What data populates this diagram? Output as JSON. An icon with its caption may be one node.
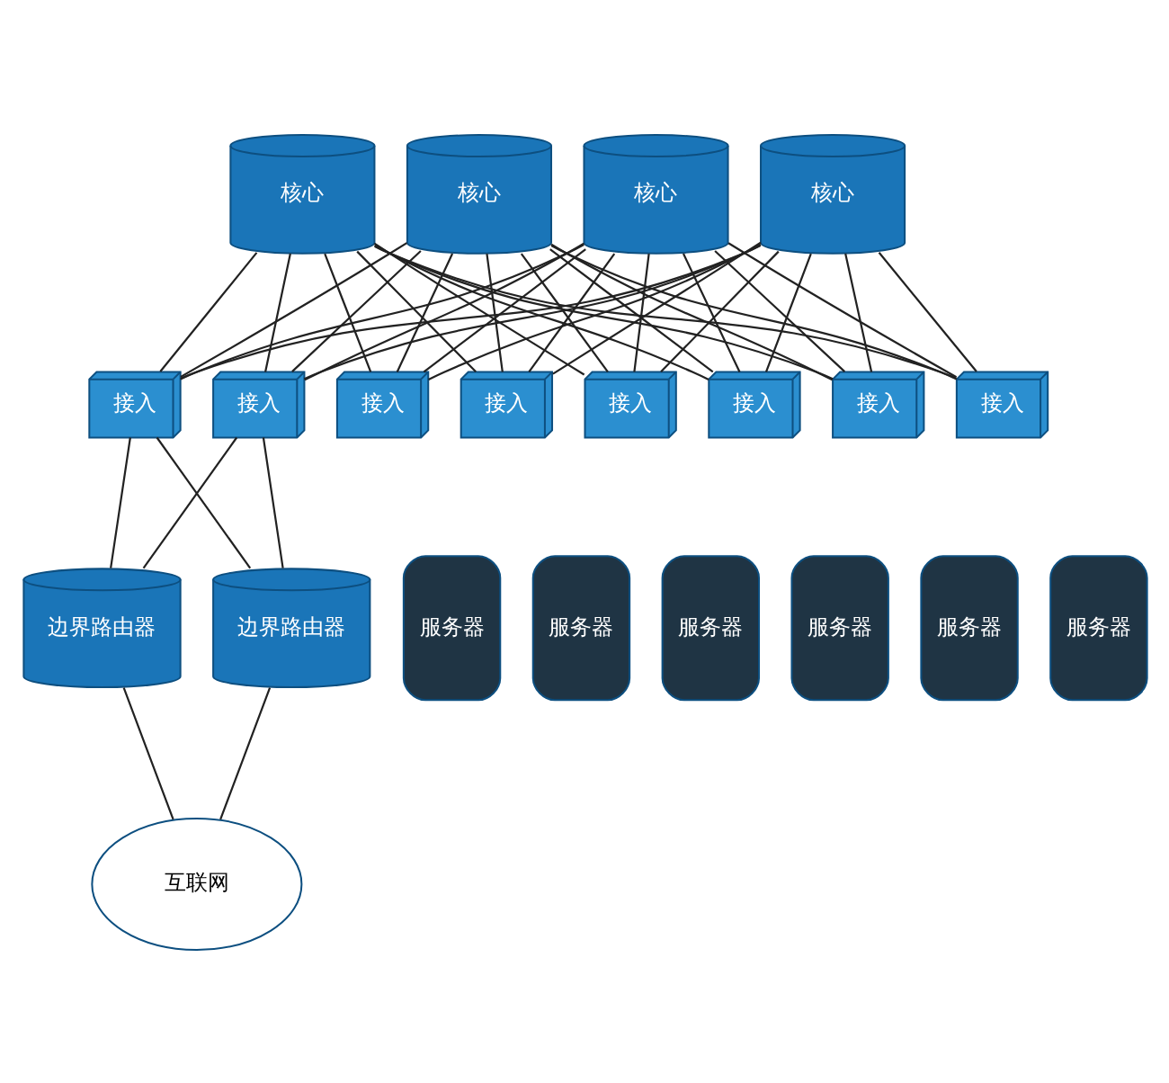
{
  "diagram": {
    "nodes": [
      {
        "text": [
          "核心"
        ]
      },
      {
        "text": [
          "核心"
        ]
      },
      {
        "text": [
          "核心"
        ]
      },
      {
        "text": [
          "核心"
        ]
      },
      {
        "text": [
          "接入"
        ]
      },
      {
        "text": [
          "接入"
        ]
      },
      {
        "text": [
          "接入"
        ]
      },
      {
        "text": [
          "接入"
        ]
      },
      {
        "text": [
          "接入"
        ]
      },
      {
        "text": [
          "接入"
        ]
      },
      {
        "text": [
          "接入"
        ]
      },
      {
        "text": [
          "接入"
        ]
      },
      {
        "text": [
          "边界路由器"
        ]
      },
      {
        "text": [
          "边界路由器"
        ]
      },
      {
        "text": [
          "服务器"
        ]
      },
      {
        "text": [
          "服务器"
        ]
      },
      {
        "text": [
          "服务器"
        ]
      },
      {
        "text": [
          "服务器"
        ]
      },
      {
        "text": [
          "服务器"
        ]
      },
      {
        "text": [
          "服务器"
        ]
      },
      {
        "text": [
          "互联网"
        ]
      }
    ],
    "edges": [
      {
        "from": 0,
        "to": 4,
        "arrow": "none"
      },
      {
        "from": 0,
        "to": 5,
        "arrow": "none"
      },
      {
        "from": 0,
        "to": 6,
        "arrow": "none"
      },
      {
        "from": 0,
        "to": 7,
        "arrow": "none"
      },
      {
        "from": 0,
        "to": 8,
        "arrow": "none"
      },
      {
        "from": 0,
        "to": 9,
        "arrow": "none"
      },
      {
        "from": 0,
        "to": 10,
        "arrow": "none"
      },
      {
        "from": 0,
        "to": 11,
        "arrow": "none"
      },
      {
        "from": 1,
        "to": 4,
        "arrow": "none"
      },
      {
        "from": 1,
        "to": 5,
        "arrow": "none"
      },
      {
        "from": 1,
        "to": 6,
        "arrow": "none"
      },
      {
        "from": 1,
        "to": 7,
        "arrow": "none"
      },
      {
        "from": 1,
        "to": 8,
        "arrow": "none"
      },
      {
        "from": 1,
        "to": 9,
        "arrow": "none"
      },
      {
        "from": 1,
        "to": 10,
        "arrow": "none"
      },
      {
        "from": 1,
        "to": 11,
        "arrow": "none"
      },
      {
        "from": 2,
        "to": 4,
        "arrow": "none"
      },
      {
        "from": 2,
        "to": 5,
        "arrow": "none"
      },
      {
        "from": 2,
        "to": 6,
        "arrow": "none"
      },
      {
        "from": 2,
        "to": 7,
        "arrow": "none"
      },
      {
        "from": 2,
        "to": 8,
        "arrow": "none"
      },
      {
        "from": 2,
        "to": 9,
        "arrow": "none"
      },
      {
        "from": 2,
        "to": 10,
        "arrow": "none"
      },
      {
        "from": 2,
        "to": 11,
        "arrow": "none"
      },
      {
        "from": 3,
        "to": 4,
        "arrow": "none"
      },
      {
        "from": 3,
        "to": 5,
        "arrow": "none"
      },
      {
        "from": 3,
        "to": 6,
        "arrow": "none"
      },
      {
        "from": 3,
        "to": 7,
        "arrow": "none"
      },
      {
        "from": 3,
        "to": 8,
        "arrow": "none"
      },
      {
        "from": 3,
        "to": 9,
        "arrow": "none"
      },
      {
        "from": 3,
        "to": 10,
        "arrow": "none"
      },
      {
        "from": 3,
        "to": 11,
        "arrow": "none"
      },
      {
        "from": 4,
        "to": 12,
        "arrow": "none"
      },
      {
        "from": 4,
        "to": 13,
        "arrow": "none"
      },
      {
        "from": 5,
        "to": 12,
        "arrow": "none"
      },
      {
        "from": 5,
        "to": 13,
        "arrow": "none"
      },
      {
        "from": 12,
        "to": 20,
        "arrow": "none"
      },
      {
        "from": 13,
        "to": 20,
        "arrow": "none"
      }
    ]
  }
}
